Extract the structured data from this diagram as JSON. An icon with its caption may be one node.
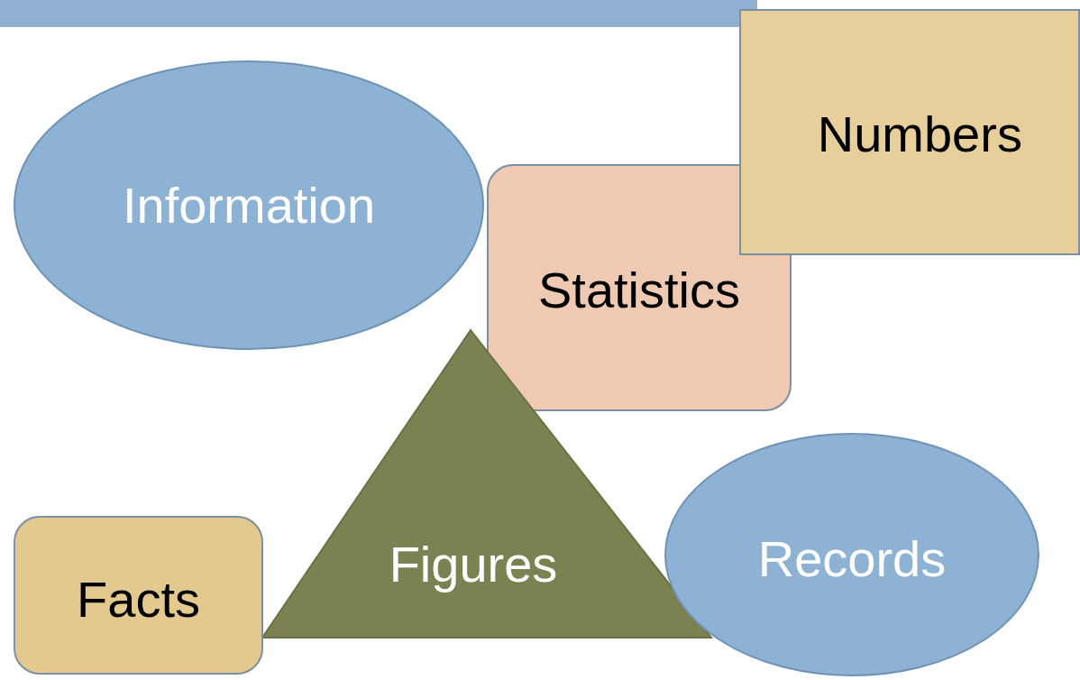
{
  "diagram": {
    "nodes": [
      {
        "text": [
          "Information"
        ]
      },
      {
        "text": [
          "Statistics"
        ]
      },
      {
        "text": [
          "Numbers"
        ]
      },
      {
        "text": [
          "Figures"
        ]
      },
      {
        "text": [
          "Facts"
        ]
      },
      {
        "text": [
          "Records"
        ]
      }
    ],
    "edges": []
  }
}
